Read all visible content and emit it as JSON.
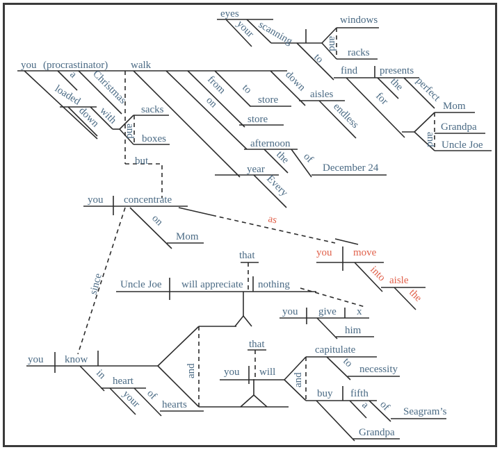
{
  "diagram": {
    "type": "sentence-diagram (Reed-Kellogg)",
    "colors": {
      "word": "#4a6a84",
      "highlight": "#e0604a",
      "line": "#2b2b2b",
      "frame": "#3a3a3a"
    },
    "main_clause": {
      "subject": "you",
      "appositive": "(procrastinator)",
      "verb": "walk",
      "subject_modifiers": [
        "a",
        "Christmas",
        "loaded",
        "down",
        "with"
      ],
      "compound_objects_of_with": [
        "sacks",
        "boxes"
      ],
      "compound_conjunction": "and",
      "verb_modifiers": [
        {
          "prep": "from",
          "object": "store"
        },
        {
          "prep": "to",
          "object": "store"
        },
        {
          "prep": "on",
          "object": "afternoon",
          "modifiers": [
            "the"
          ],
          "sub_prep": {
            "prep": "of",
            "object": "December 24"
          }
        },
        {
          "prep": "",
          "object": "year",
          "modifiers": [
            "Every"
          ]
        },
        {
          "prep": "down",
          "object": "aisles",
          "modifiers": [
            "endless"
          ]
        }
      ],
      "participle_phrase": {
        "object": "eyes",
        "object_modifier": "your",
        "participle": "scanning",
        "compound_objects": [
          "windows",
          "racks"
        ],
        "conjunction": "and",
        "infinitive": {
          "marker": "to",
          "verb": "find",
          "object": "presents",
          "object_modifiers": [
            "the",
            "perfect"
          ],
          "prep": "for",
          "compound_objects": [
            "Mom",
            "Grandpa",
            "Uncle Joe"
          ],
          "conjunction": "and"
        }
      }
    },
    "conjunction_but": "but",
    "second_clause": {
      "subject": "you",
      "verb": "concentrate",
      "prep": "on",
      "object": "Mom",
      "subordinator_as": "as",
      "as_clause": {
        "subject": "you",
        "verb": "move",
        "prep": "into",
        "object": "aisle",
        "modifier": "the"
      },
      "subordinator_since": "since"
    },
    "since_clause": {
      "subject": "you",
      "verb": "know",
      "prep": "in",
      "prep_object": "heart",
      "prep_object_modifier": "your",
      "sub_prep": "of",
      "sub_prep_object": "hearts",
      "compound_conjunction": "and",
      "noun_clause_1": {
        "connector": "that",
        "subject": "Uncle Joe",
        "verb": "will appreciate",
        "object": "nothing",
        "relative": {
          "subject": "you",
          "verb": "give",
          "object": "x",
          "indirect_object": "him"
        }
      },
      "noun_clause_2": {
        "connector": "that",
        "subject": "you",
        "verb": "will",
        "compound_conjunction": "and",
        "verb_a": "capitulate",
        "verb_a_prep": "to",
        "verb_a_object": "necessity",
        "verb_b": "buy",
        "verb_b_object": "fifth",
        "verb_b_object_modifiers": [
          "a"
        ],
        "verb_b_object_prep": "of",
        "verb_b_object_prep_object": "Seagram’s",
        "verb_b_indirect_object": "Grandpa"
      }
    }
  }
}
